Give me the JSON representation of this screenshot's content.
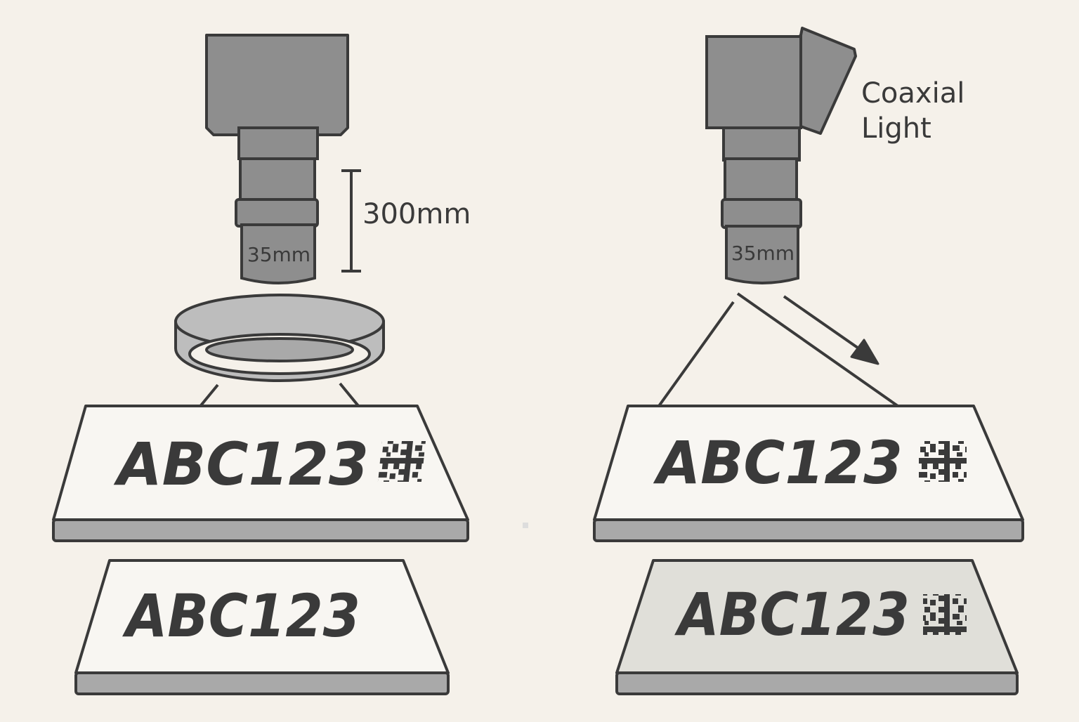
{
  "colors": {
    "background": "#f5f1ea",
    "outline": "#3a3a3a",
    "camera": "#8e8e8e",
    "ring": "#bdbdbd",
    "plate": "#f8f6f2",
    "plate_dim": "#e0dfd9",
    "plate_edge": "#a9a9a9"
  },
  "left_setup": {
    "lens_label": "35mm",
    "distance_label": "300mm",
    "plate_top_text": "ABC123",
    "plate_bottom_text": "ABC123"
  },
  "right_setup": {
    "lens_label": "35mm",
    "light_label_line1": "Coaxial",
    "light_label_line2": "Light",
    "plate_top_text": "ABC123",
    "plate_bottom_text": "ABC123"
  }
}
